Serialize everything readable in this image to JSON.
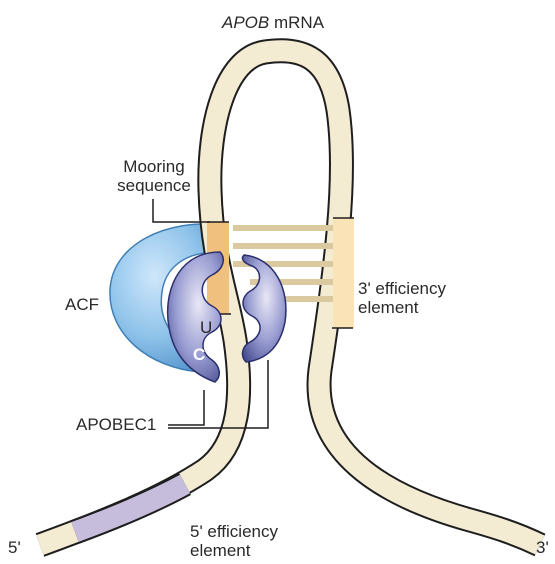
{
  "title": {
    "gene": "APOB",
    "rest": " mRNA"
  },
  "labels": {
    "mooring_line1": "Mooring",
    "mooring_line2": "sequence",
    "three_prime_line1": "3' efficiency",
    "three_prime_line2": "element",
    "five_prime_line1": "5' efficiency",
    "five_prime_line2": "element",
    "acf": "ACF",
    "apobec1": "APOBEC1",
    "five_end": "5'",
    "three_end": "3'",
    "uracil": "U",
    "cytidine": "C"
  },
  "colors": {
    "rna_fill": "#f4ebd3",
    "rna_outline": "#222222",
    "mooring": "#f0c07e",
    "three_prime_element": "#fae3b6",
    "five_prime_element": "#c6bcdb",
    "acf_fill": "#7fb7e2",
    "apobec1_fill": "#6469a9",
    "pairing_bars": "#dbc9a0"
  }
}
